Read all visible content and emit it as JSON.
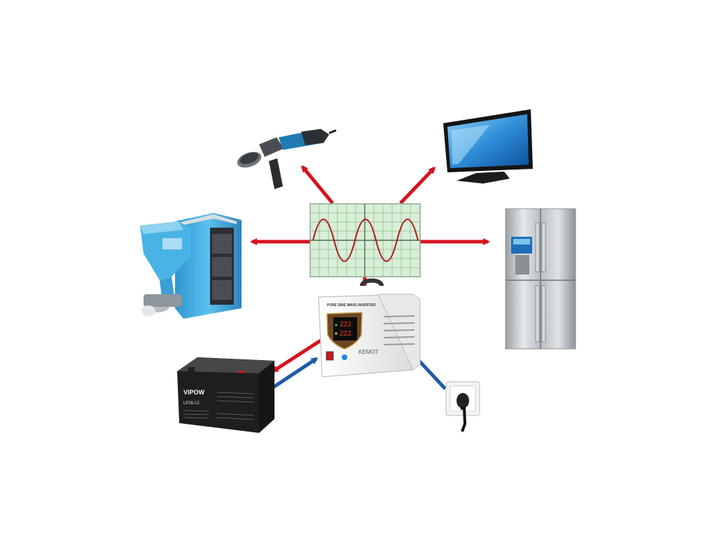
{
  "diagram": {
    "kind": "pure sine wave inverter connection diagram",
    "inverter": {
      "panel_title": "PURE SINE WAVE INVERTER",
      "display_top": "222.",
      "display_bottom": "222.",
      "brand": "KEMOT"
    },
    "battery": {
      "brand": "VIPOW",
      "model": "LP26-12"
    },
    "colors": {
      "output_arrow": "#d4141e",
      "input_arrow": "#1f5aa6",
      "scope_bg": "#d8eed8",
      "scope_grid": "#8fbf8f",
      "sine_wave": "#b3151b",
      "boiler_blue": "#3ea8e0",
      "inverter_body": "#f2f2f2"
    },
    "icons": [
      "angle-grinder-icon",
      "television-icon",
      "pellet-boiler-icon",
      "oscilloscope-icon",
      "refrigerator-icon",
      "inverter-icon",
      "battery-icon",
      "wall-socket-icon"
    ]
  }
}
